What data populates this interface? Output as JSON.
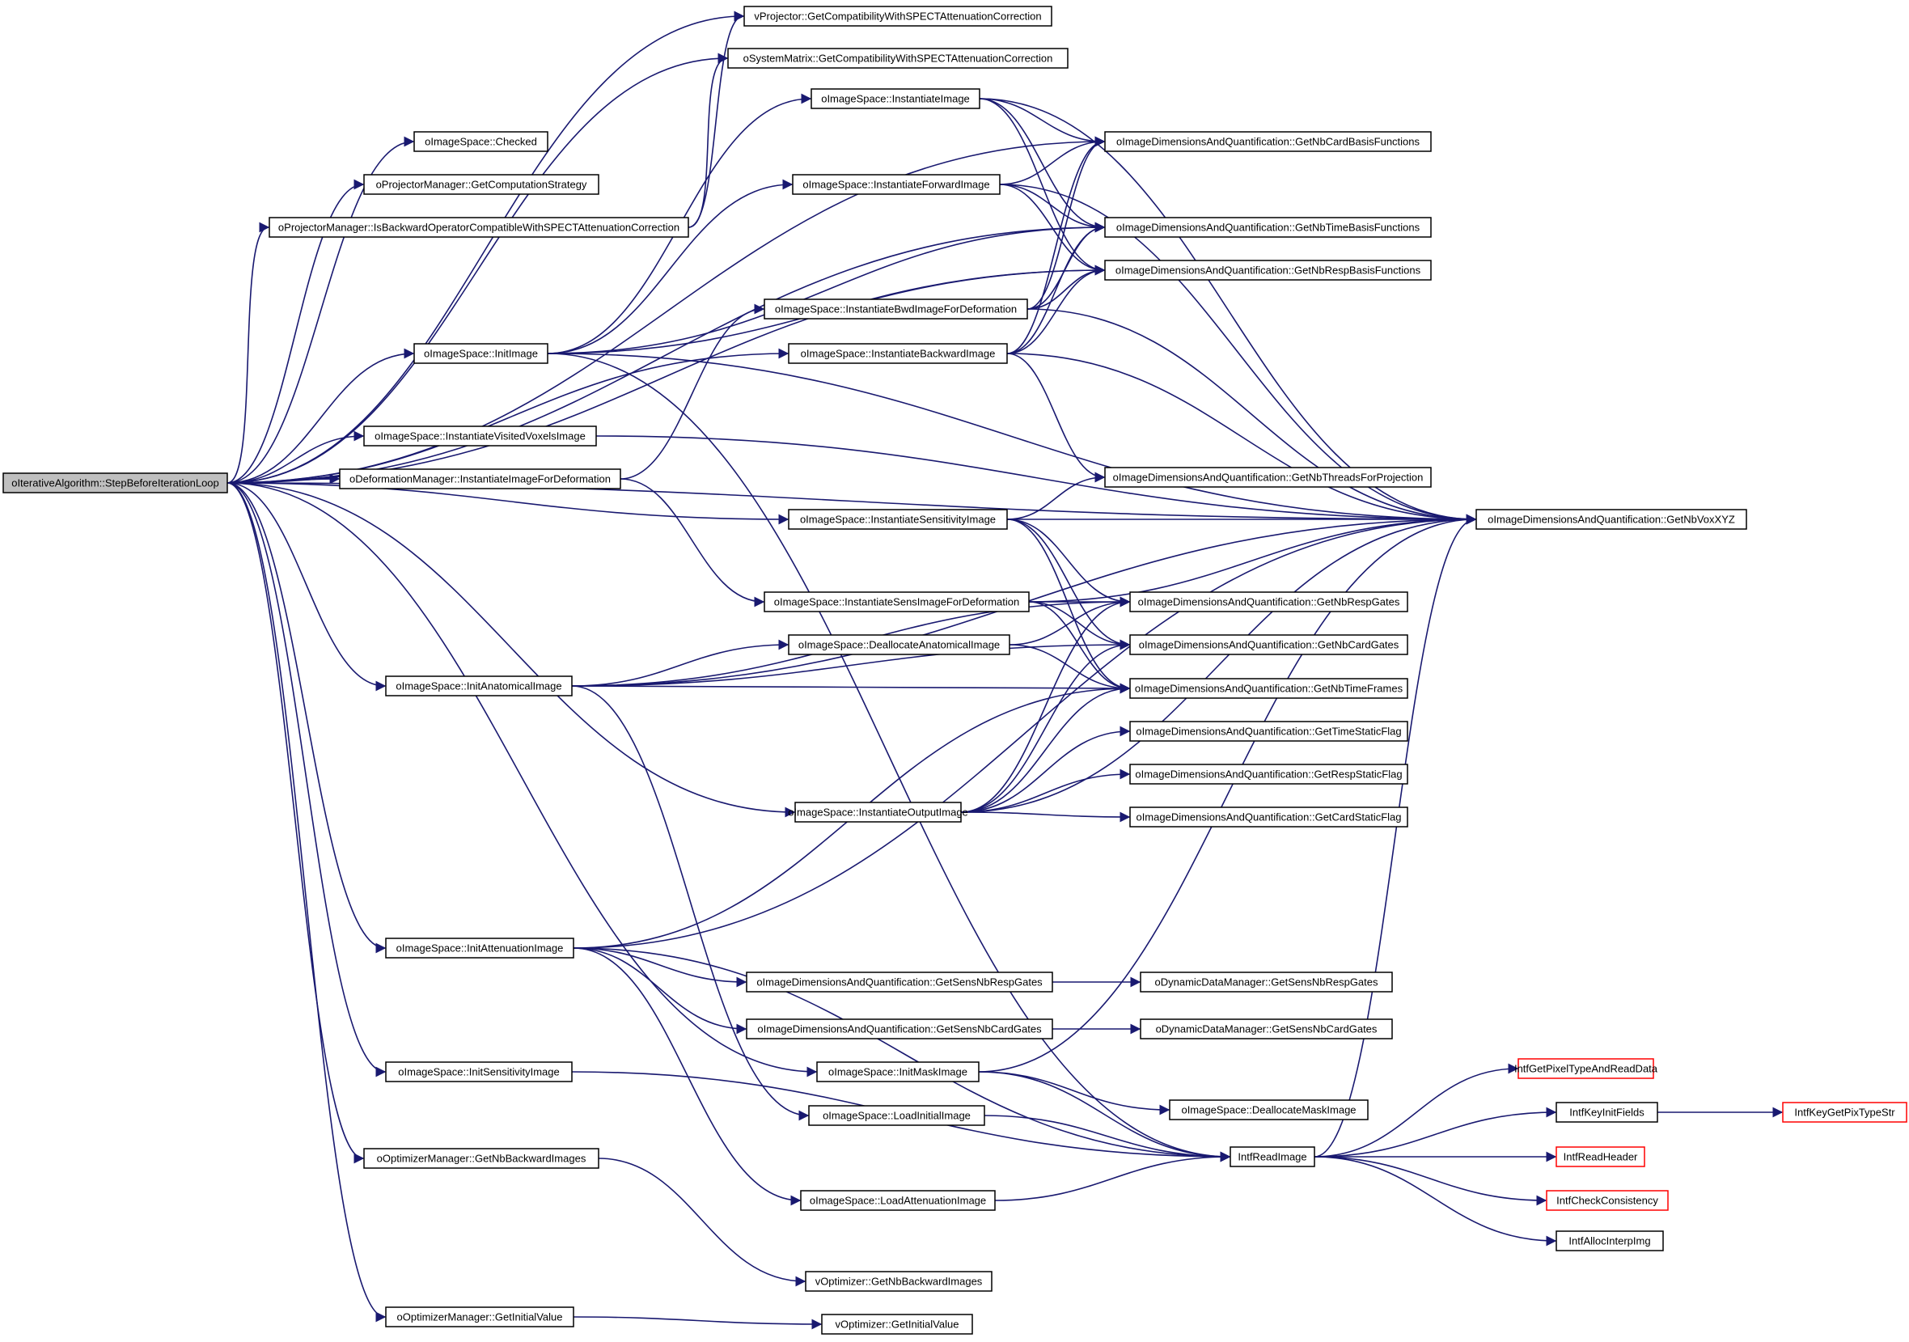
{
  "colors": {
    "edge": "#191970",
    "root_fill": "#bfbfbf",
    "node_border": "#000000",
    "truncated_border": "#ff0000"
  },
  "root": "oIterativeAlgorithm::StepBeforeIterationLoop",
  "nodes": [
    {
      "id": "root",
      "label": "oIterativeAlgorithm::StepBeforeIterationLoop",
      "style": "root"
    },
    {
      "id": "checked",
      "label": "oImageSpace::Checked"
    },
    {
      "id": "getcomp",
      "label": "oProjectorManager::GetComputationStrategy"
    },
    {
      "id": "isback",
      "label": "oProjectorManager::IsBackwardOperatorCompatibleWithSPECTAttenuationCorrection"
    },
    {
      "id": "vproj",
      "label": "vProjector::GetCompatibilityWithSPECTAttenuationCorrection"
    },
    {
      "id": "osysm",
      "label": "oSystemMatrix::GetCompatibilityWithSPECTAttenuationCorrection"
    },
    {
      "id": "initimage",
      "label": "oImageSpace::InitImage"
    },
    {
      "id": "instvisited",
      "label": "oImageSpace::InstantiateVisitedVoxelsImage"
    },
    {
      "id": "odefinst",
      "label": "oDeformationManager::InstantiateImageForDeformation"
    },
    {
      "id": "initanat",
      "label": "oImageSpace::InitAnatomicalImage"
    },
    {
      "id": "initatten",
      "label": "oImageSpace::InitAttenuationImage"
    },
    {
      "id": "initsens",
      "label": "oImageSpace::InitSensitivityImage"
    },
    {
      "id": "ooptnb",
      "label": "oOptimizerManager::GetNbBackwardImages"
    },
    {
      "id": "ooptiv",
      "label": "oOptimizerManager::GetInitialValue"
    },
    {
      "id": "instimage",
      "label": "oImageSpace::InstantiateImage"
    },
    {
      "id": "instfwd",
      "label": "oImageSpace::InstantiateForwardImage"
    },
    {
      "id": "instbwddef",
      "label": "oImageSpace::InstantiateBwdImageForDeformation"
    },
    {
      "id": "instback",
      "label": "oImageSpace::InstantiateBackwardImage"
    },
    {
      "id": "instsensimg",
      "label": "oImageSpace::InstantiateSensitivityImage"
    },
    {
      "id": "instsensdef",
      "label": "oImageSpace::InstantiateSensImageForDeformation"
    },
    {
      "id": "dealloc",
      "label": "oImageSpace::DeallocateAnatomicalImage"
    },
    {
      "id": "instout",
      "label": "oImageSpace::InstantiateOutputImage"
    },
    {
      "id": "gsnrg",
      "label": "oImageDimensionsAndQuantification::GetSensNbRespGates"
    },
    {
      "id": "gsncg",
      "label": "oImageDimensionsAndQuantification::GetSensNbCardGates"
    },
    {
      "id": "initmask",
      "label": "oImageSpace::InitMaskImage"
    },
    {
      "id": "loadinit",
      "label": "oImageSpace::LoadInitialImage"
    },
    {
      "id": "loadatten",
      "label": "oImageSpace::LoadAttenuationImage"
    },
    {
      "id": "voptnb",
      "label": "vOptimizer::GetNbBackwardImages"
    },
    {
      "id": "voptiv",
      "label": "vOptimizer::GetInitialValue"
    },
    {
      "id": "ncbf",
      "label": "oImageDimensionsAndQuantification::GetNbCardBasisFunctions"
    },
    {
      "id": "ntbf",
      "label": "oImageDimensionsAndQuantification::GetNbTimeBasisFunctions"
    },
    {
      "id": "nrbf",
      "label": "oImageDimensionsAndQuantification::GetNbRespBasisFunctions"
    },
    {
      "id": "nthr",
      "label": "oImageDimensionsAndQuantification::GetNbThreadsForProjection"
    },
    {
      "id": "nrg",
      "label": "oImageDimensionsAndQuantification::GetNbRespGates"
    },
    {
      "id": "ncg",
      "label": "oImageDimensionsAndQuantification::GetNbCardGates"
    },
    {
      "id": "ntf",
      "label": "oImageDimensionsAndQuantification::GetNbTimeFrames"
    },
    {
      "id": "tsf",
      "label": "oImageDimensionsAndQuantification::GetTimeStaticFlag"
    },
    {
      "id": "rsf",
      "label": "oImageDimensionsAndQuantification::GetRespStaticFlag"
    },
    {
      "id": "csf",
      "label": "oImageDimensionsAndQuantification::GetCardStaticFlag"
    },
    {
      "id": "ddmr",
      "label": "oDynamicDataManager::GetSensNbRespGates"
    },
    {
      "id": "ddmc",
      "label": "oDynamicDataManager::GetSensNbCardGates"
    },
    {
      "id": "deallocmask",
      "label": "oImageSpace::DeallocateMaskImage"
    },
    {
      "id": "intfread",
      "label": "IntfReadImage"
    },
    {
      "id": "nbvox",
      "label": "oImageDimensionsAndQuantification::GetNbVoxXYZ"
    },
    {
      "id": "gptype",
      "label": "IntfGetPixelTypeAndReadData",
      "style": "red"
    },
    {
      "id": "kinit",
      "label": "IntfKeyInitFields"
    },
    {
      "id": "kgetpix",
      "label": "IntfKeyGetPixTypeStr",
      "style": "red"
    },
    {
      "id": "rheader",
      "label": "IntfReadHeader",
      "style": "red"
    },
    {
      "id": "ccons",
      "label": "IntfCheckConsistency",
      "style": "red"
    },
    {
      "id": "alloc",
      "label": "IntfAllocInterpImg"
    }
  ],
  "edges": [
    [
      "root",
      "checked"
    ],
    [
      "root",
      "getcomp"
    ],
    [
      "root",
      "isback"
    ],
    [
      "root",
      "initimage"
    ],
    [
      "root",
      "instvisited"
    ],
    [
      "root",
      "odefinst"
    ],
    [
      "root",
      "initanat"
    ],
    [
      "root",
      "initatten"
    ],
    [
      "root",
      "initsens"
    ],
    [
      "root",
      "ooptnb"
    ],
    [
      "root",
      "ooptiv"
    ],
    [
      "root",
      "instsensimg"
    ],
    [
      "root",
      "instout"
    ],
    [
      "root",
      "initmask"
    ],
    [
      "root",
      "ncbf"
    ],
    [
      "root",
      "vproj"
    ],
    [
      "root",
      "osysm"
    ],
    [
      "root",
      "nbvox"
    ],
    [
      "root",
      "instback"
    ],
    [
      "root",
      "ntbf"
    ],
    [
      "root",
      "nrbf"
    ],
    [
      "isback",
      "vproj"
    ],
    [
      "isback",
      "osysm"
    ],
    [
      "initimage",
      "instimage"
    ],
    [
      "initimage",
      "instfwd"
    ],
    [
      "initimage",
      "ntbf"
    ],
    [
      "initimage",
      "nrbf"
    ],
    [
      "initimage",
      "nbvox"
    ],
    [
      "initimage",
      "intfread"
    ],
    [
      "odefinst",
      "instbwddef"
    ],
    [
      "odefinst",
      "instsensdef"
    ],
    [
      "instimage",
      "ncbf"
    ],
    [
      "instimage",
      "ntbf"
    ],
    [
      "instimage",
      "nrbf"
    ],
    [
      "instimage",
      "nbvox"
    ],
    [
      "instfwd",
      "ncbf"
    ],
    [
      "instfwd",
      "ntbf"
    ],
    [
      "instfwd",
      "nrbf"
    ],
    [
      "instfwd",
      "nbvox"
    ],
    [
      "instbwddef",
      "ncbf"
    ],
    [
      "instbwddef",
      "ntbf"
    ],
    [
      "instbwddef",
      "nrbf"
    ],
    [
      "instbwddef",
      "nbvox"
    ],
    [
      "instback",
      "ncbf"
    ],
    [
      "instback",
      "ntbf"
    ],
    [
      "instback",
      "nrbf"
    ],
    [
      "instback",
      "nthr"
    ],
    [
      "instback",
      "nbvox"
    ],
    [
      "instvisited",
      "nbvox"
    ],
    [
      "instsensimg",
      "nthr"
    ],
    [
      "instsensimg",
      "nbvox"
    ],
    [
      "instsensimg",
      "nrg"
    ],
    [
      "instsensimg",
      "ncg"
    ],
    [
      "instsensimg",
      "ntf"
    ],
    [
      "instsensdef",
      "nrg"
    ],
    [
      "instsensdef",
      "ncg"
    ],
    [
      "instsensdef",
      "ntf"
    ],
    [
      "instsensdef",
      "nbvox"
    ],
    [
      "initanat",
      "dealloc"
    ],
    [
      "initanat",
      "nrg"
    ],
    [
      "initanat",
      "ncg"
    ],
    [
      "initanat",
      "ntf"
    ],
    [
      "initanat",
      "nbvox"
    ],
    [
      "initanat",
      "loadinit"
    ],
    [
      "dealloc",
      "nrg"
    ],
    [
      "dealloc",
      "ntf"
    ],
    [
      "instout",
      "nrg"
    ],
    [
      "instout",
      "ncg"
    ],
    [
      "instout",
      "ntf"
    ],
    [
      "instout",
      "tsf"
    ],
    [
      "instout",
      "rsf"
    ],
    [
      "instout",
      "csf"
    ],
    [
      "instout",
      "nbvox"
    ],
    [
      "initatten",
      "ntf"
    ],
    [
      "initatten",
      "nbvox"
    ],
    [
      "initatten",
      "gsnrg"
    ],
    [
      "initatten",
      "gsncg"
    ],
    [
      "initatten",
      "intfread"
    ],
    [
      "initatten",
      "loadatten"
    ],
    [
      "gsnrg",
      "ddmr"
    ],
    [
      "gsncg",
      "ddmc"
    ],
    [
      "initmask",
      "deallocmask"
    ],
    [
      "initmask",
      "nbvox"
    ],
    [
      "initmask",
      "intfread"
    ],
    [
      "initsens",
      "intfread"
    ],
    [
      "loadinit",
      "intfread"
    ],
    [
      "loadatten",
      "intfread"
    ],
    [
      "ooptnb",
      "voptnb"
    ],
    [
      "ooptiv",
      "voptiv"
    ],
    [
      "intfread",
      "gptype"
    ],
    [
      "intfread",
      "kinit"
    ],
    [
      "intfread",
      "rheader"
    ],
    [
      "intfread",
      "ccons"
    ],
    [
      "intfread",
      "alloc"
    ],
    [
      "intfread",
      "nbvox"
    ],
    [
      "kinit",
      "kgetpix"
    ]
  ]
}
